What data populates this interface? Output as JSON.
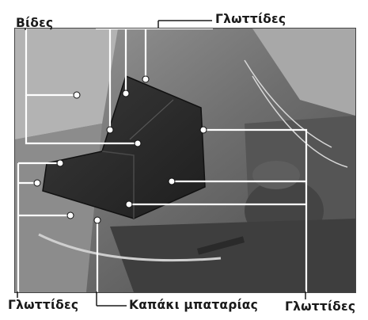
{
  "labels": {
    "screws": "Βίδες",
    "tabs_top": "Γλωττίδες",
    "tabs_bottom_left": "Γλωττίδες",
    "battery_cover": "Καπάκι μπαταρίας",
    "tabs_bottom_right": "Γλωττίδες"
  },
  "colors": {
    "photo_bg": "#7a7a7a",
    "cover": "#2b2b2b",
    "callout_line": "#ffffff",
    "label_text": "#1a1a1a"
  }
}
